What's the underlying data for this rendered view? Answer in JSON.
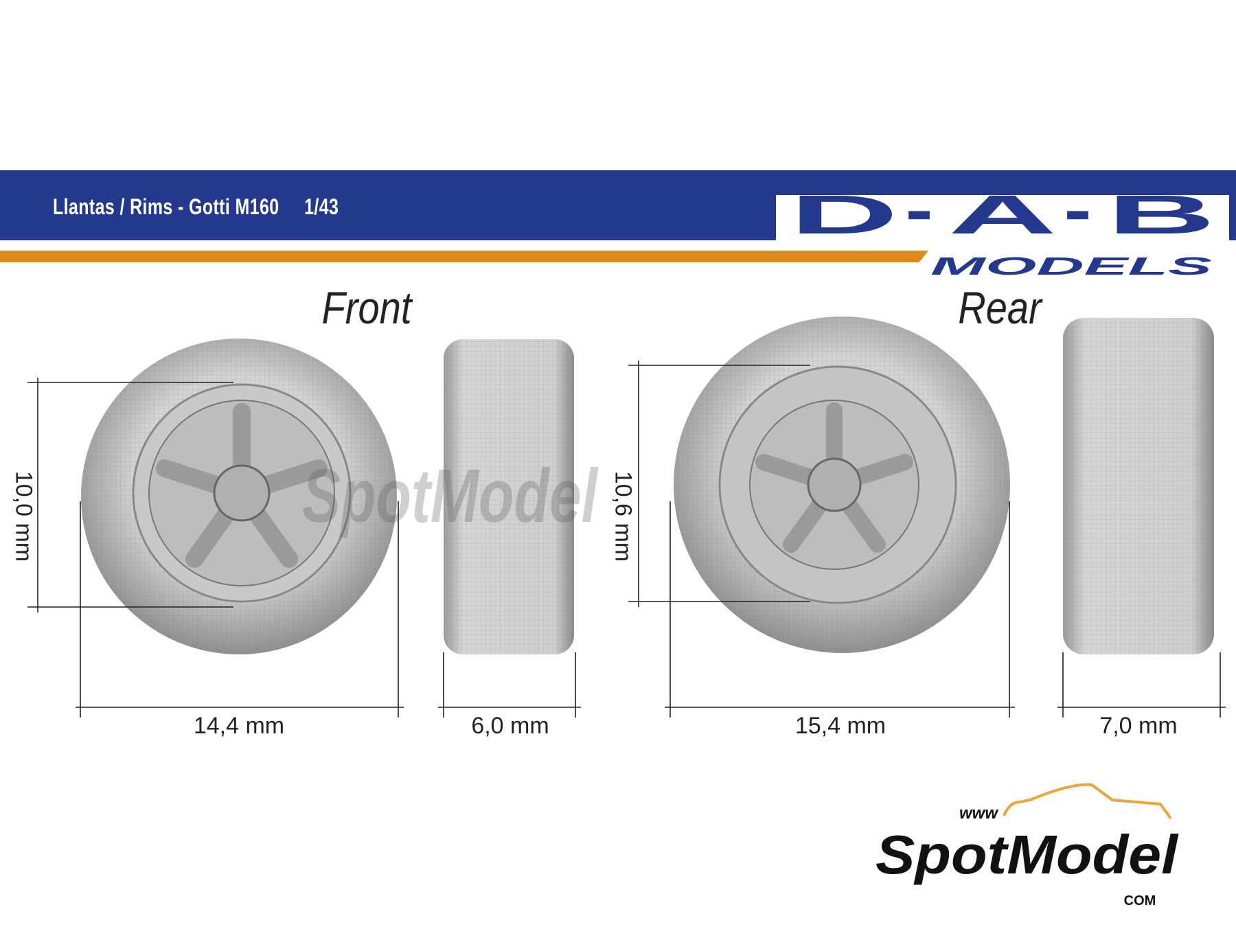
{
  "header": {
    "title": "Llantas / Rims - Gotti M160",
    "scale": "1/43"
  },
  "brand_logo": {
    "text": "D·A·B",
    "subtext": "MODELS",
    "colors": {
      "blue": "#24388d",
      "orange": "#e08a1e"
    }
  },
  "front": {
    "label": "Front",
    "height": "10,0 mm",
    "diameter": "14,4 mm",
    "width": "6,0 mm"
  },
  "rear": {
    "label": "Rear",
    "height": "10,6 mm",
    "diameter": "15,4 mm",
    "width": "7,0 mm"
  },
  "watermark": {
    "www": "www",
    "text": "SpotModel",
    "com": "COM",
    "accent": "#f2a23a"
  }
}
